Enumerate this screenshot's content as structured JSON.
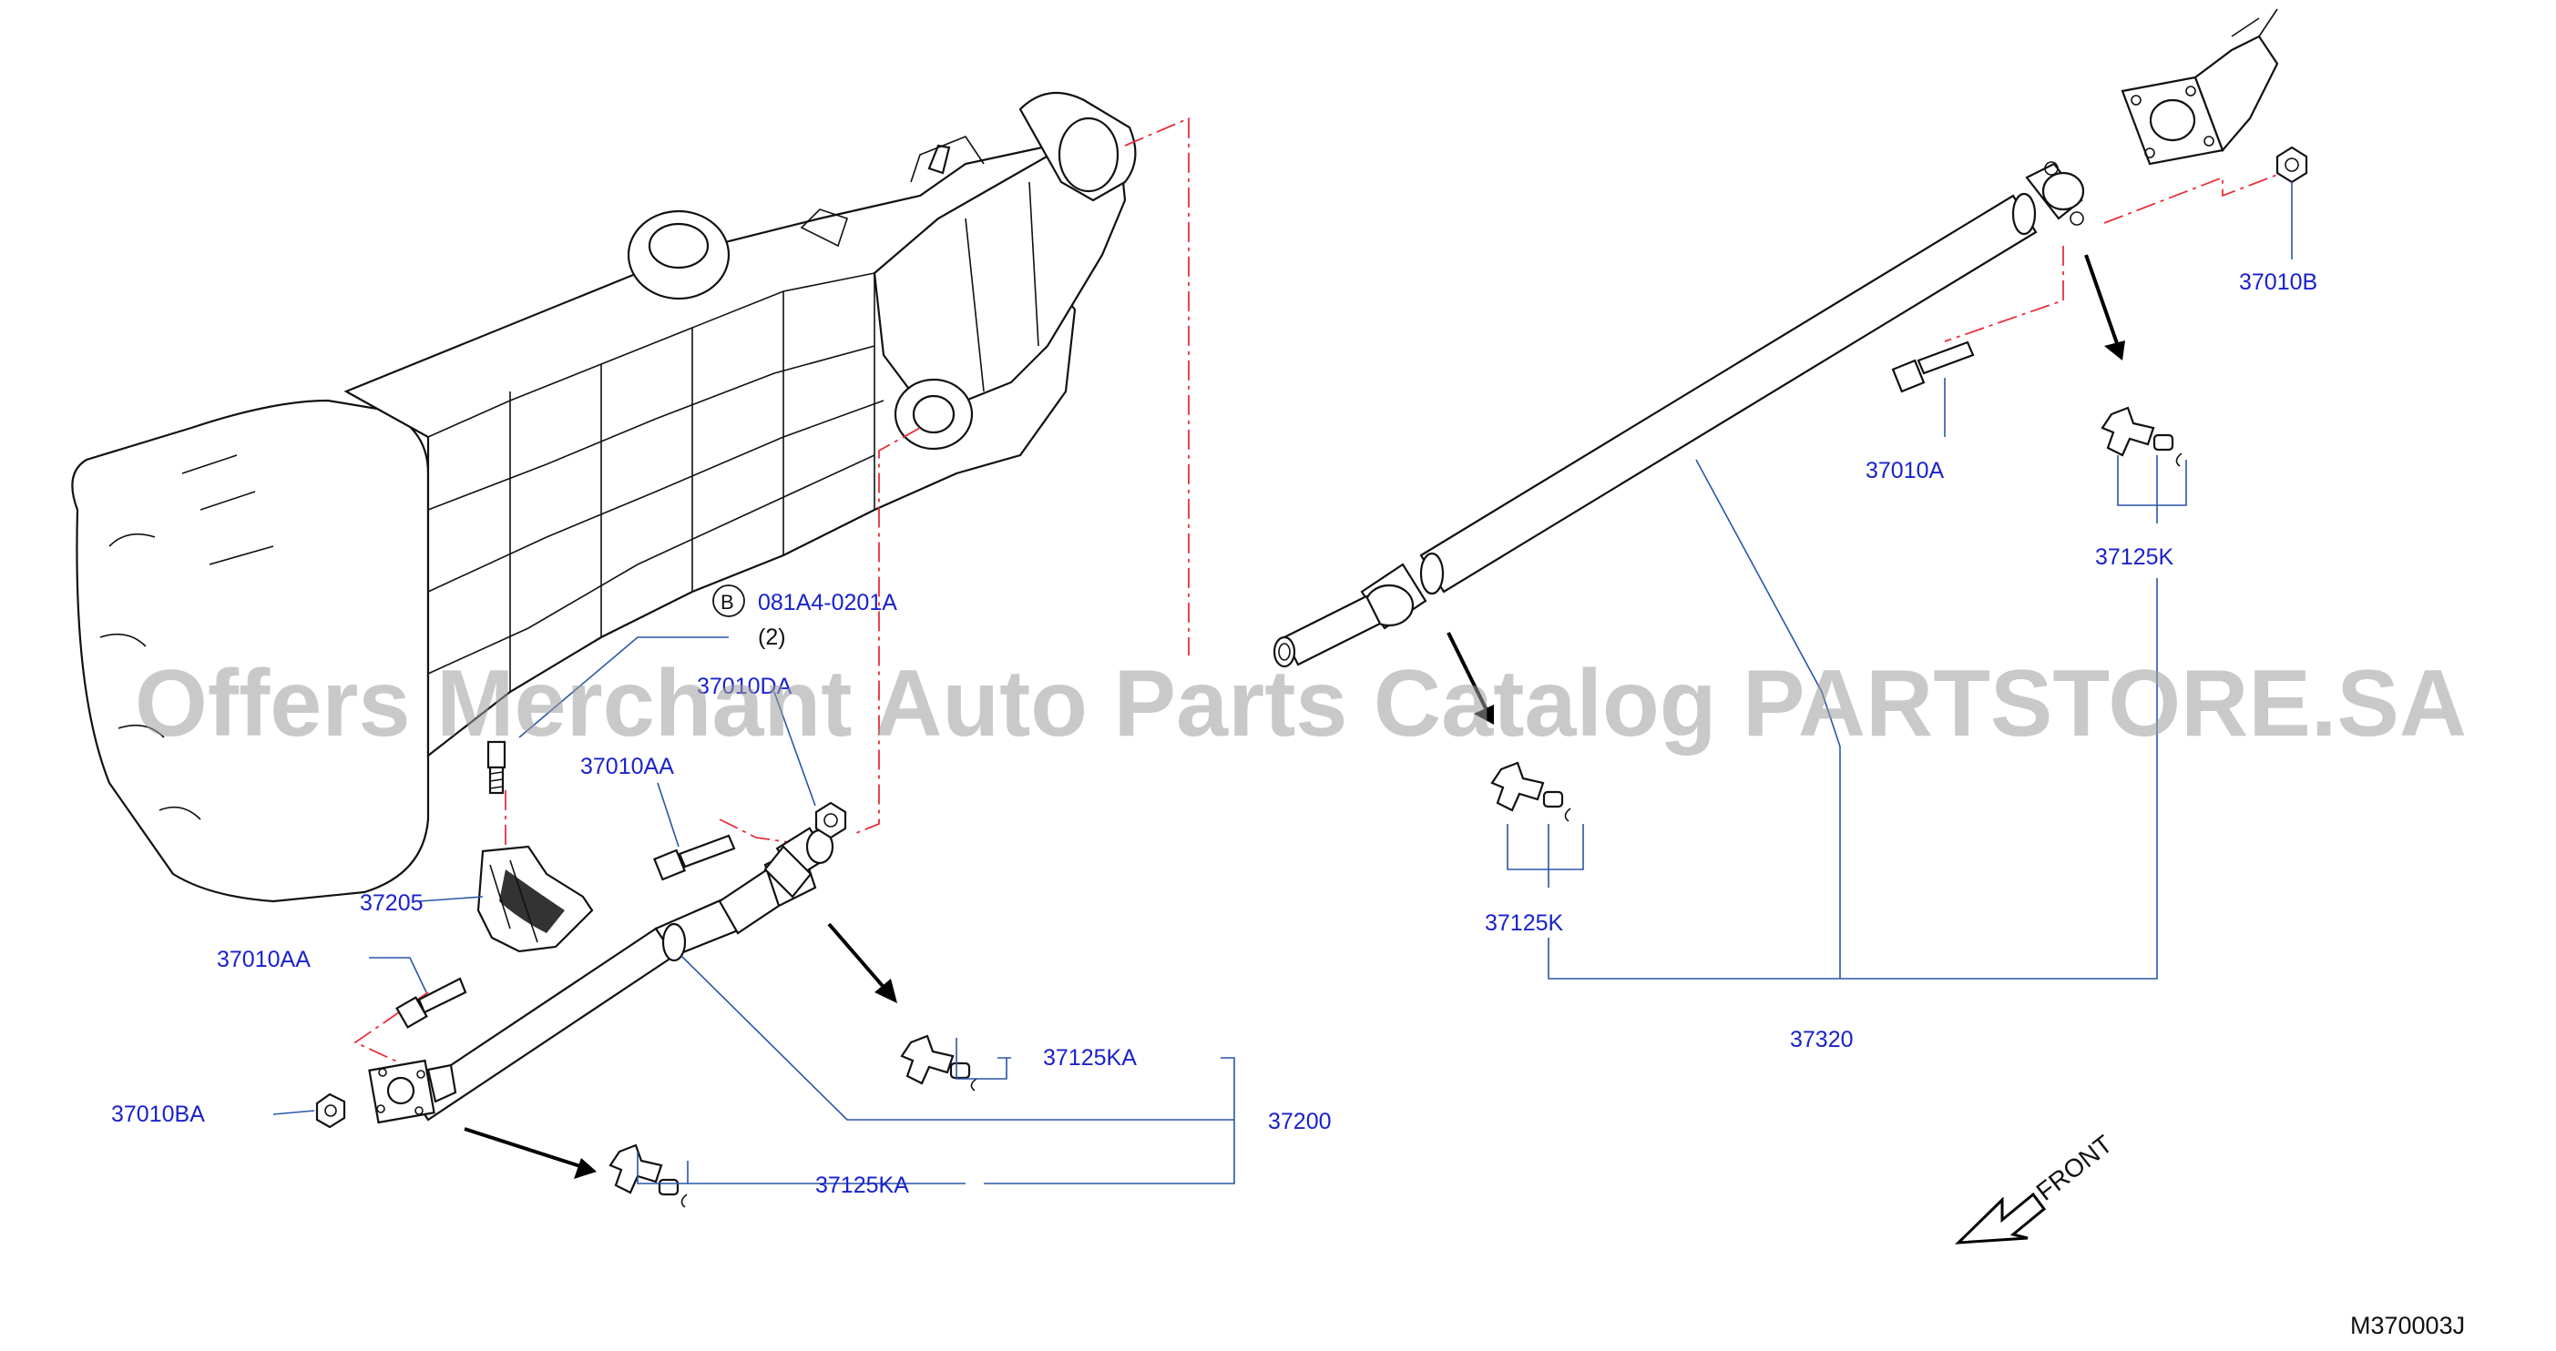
{
  "watermark": "Offers Merchant Auto Parts Catalog PARTSTORE.SA",
  "diagram_code": "M370003J",
  "front_label": "FRONT",
  "callouts": {
    "ref_b_symbol": "B",
    "ref_b_part": "081A4-0201A",
    "ref_b_qty": "(2)",
    "p37010DA": "37010DA",
    "p37010AA_upper": "37010AA",
    "p37205": "37205",
    "p37010AA_lower": "37010AA",
    "p37010BA": "37010BA",
    "p37125KA_upper": "37125KA",
    "p37125KA_lower": "37125KA",
    "p37200": "37200",
    "p37010A": "37010A",
    "p37010B": "37010B",
    "p37125K_right": "37125K",
    "p37125K_center": "37125K",
    "p37320": "37320"
  },
  "colors": {
    "callout_text": "#1a22cc",
    "leader_line": "#2a55a8",
    "centerline_dash": "#e8303a",
    "outline": "#111111",
    "watermark": "#9c9c9c"
  }
}
